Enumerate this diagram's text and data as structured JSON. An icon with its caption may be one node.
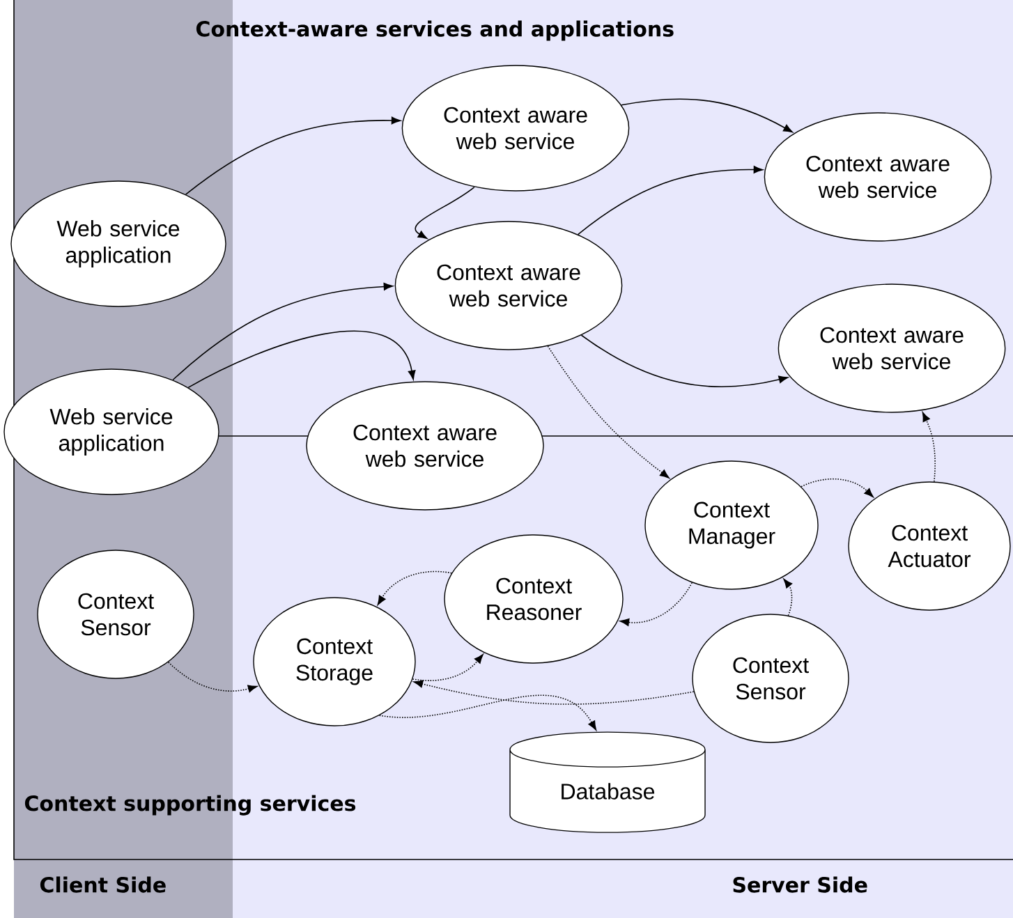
{
  "diagram": {
    "nodes": [
      {
        "text": [
          "Web service application"
        ]
      },
      {
        "text": [
          "Web service application"
        ]
      },
      {
        "text": [
          "Context aware web service"
        ]
      },
      {
        "text": [
          "Context aware web service"
        ]
      },
      {
        "text": [
          "Context aware web service"
        ]
      },
      {
        "text": [
          "Context aware web service"
        ]
      },
      {
        "text": [
          "Context aware web service"
        ]
      },
      {
        "text": [
          "Context Manager"
        ]
      },
      {
        "text": [
          "Context Actuator"
        ]
      },
      {
        "text": [
          "Context Sensor"
        ]
      },
      {
        "text": [
          "Context Reasoner"
        ]
      },
      {
        "text": [
          "Context Storage"
        ]
      },
      {
        "text": [
          "Context Sensor"
        ]
      },
      {
        "text": [
          "Database"
        ]
      }
    ],
    "edges": [
      {
        "from": 0,
        "to": 2,
        "arrow": "to"
      },
      {
        "from": 1,
        "to": 4,
        "arrow": "to"
      },
      {
        "from": 1,
        "to": 6,
        "arrow": "to"
      },
      {
        "from": 2,
        "to": 4,
        "arrow": "to"
      },
      {
        "from": 2,
        "to": 3,
        "arrow": "to"
      },
      {
        "from": 4,
        "to": 3,
        "arrow": "to"
      },
      {
        "from": 4,
        "to": 5,
        "arrow": "to"
      },
      {
        "from": 4,
        "to": 7,
        "arrow": "to",
        "style": "dashed"
      },
      {
        "from": 7,
        "to": 8,
        "arrow": "to",
        "style": "dashed"
      },
      {
        "from": 8,
        "to": 5,
        "arrow": "to",
        "style": "dashed"
      },
      {
        "from": 7,
        "to": 10,
        "arrow": "to",
        "style": "dashed"
      },
      {
        "from": 10,
        "to": 11,
        "arrow": "to",
        "style": "dashed"
      },
      {
        "from": 11,
        "to": 10,
        "arrow": "to",
        "style": "dashed"
      },
      {
        "from": 9,
        "to": 11,
        "arrow": "to",
        "style": "dashed"
      },
      {
        "from": 12,
        "to": 11,
        "arrow": "to",
        "style": "dashed"
      },
      {
        "from": 12,
        "to": 7,
        "arrow": "to",
        "style": "dashed"
      },
      {
        "from": 11,
        "to": 13,
        "arrow": "to",
        "style": "dashed"
      }
    ],
    "labels": [
      "Context-aware services and applications",
      "Context supporting services",
      "Client Side",
      "Server Side"
    ]
  }
}
